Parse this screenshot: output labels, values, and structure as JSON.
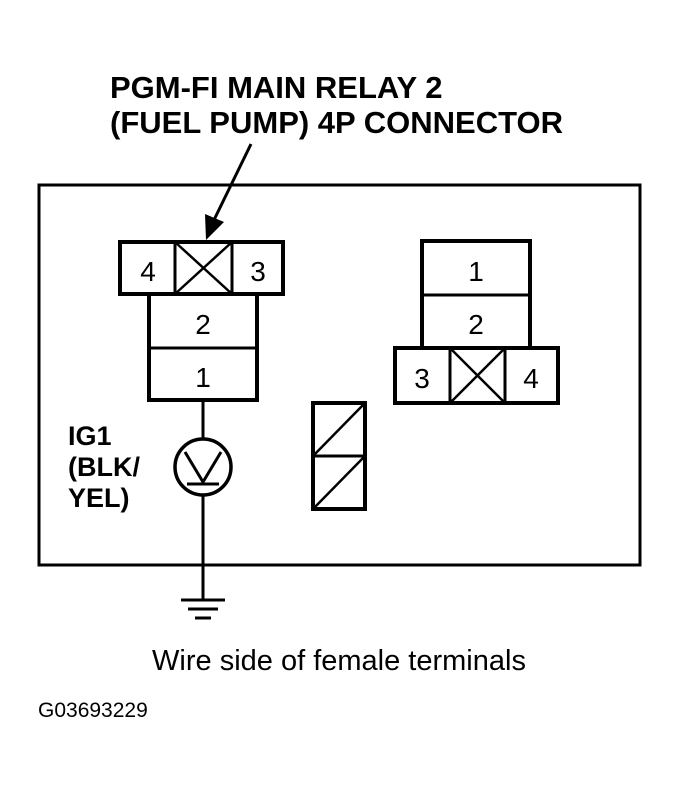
{
  "callout": {
    "line1": "PGM-FI MAIN RELAY 2",
    "line2": "(FUEL PUMP) 4P CONNECTOR"
  },
  "left_connector": {
    "top_left": "4",
    "top_right": "3",
    "middle": "2",
    "bottom": "1"
  },
  "right_connector": {
    "top": "1",
    "middle": "2",
    "bottom_left": "3",
    "bottom_right": "4"
  },
  "voltmeter_label": {
    "line1": "IG1",
    "line2": "(BLK/",
    "line3": "YEL)"
  },
  "caption": "Wire side of female terminals",
  "figure_code": "G03693229"
}
